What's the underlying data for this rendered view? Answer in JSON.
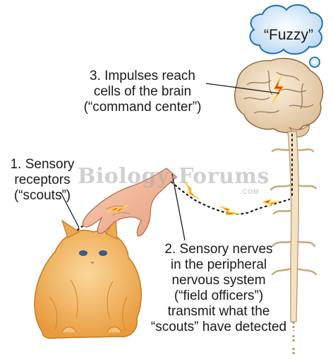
{
  "thought": {
    "text": "“Fuzzy”"
  },
  "labels": {
    "brain": [
      "3. Impulses reach",
      "cells of the brain",
      "(“command center”)"
    ],
    "receptors": [
      "1. Sensory",
      "receptors",
      "(“scouts”)"
    ],
    "nerves": [
      "2. Sensory nerves",
      "in the peripheral",
      "nervous system",
      "(“field officers”)",
      "transmit what the",
      "“scouts” have detected"
    ]
  },
  "watermark": {
    "main": "Biology-Forums",
    "sub": ".COM"
  },
  "colors": {
    "cloud": "#cfe6f7",
    "cloud_stroke": "#1f6fb8",
    "brain": "#f2dcc0",
    "spine": "#f3e2c4",
    "cat": "#f4b35e",
    "hand": "#f2b79a",
    "impulse": "#e8381f",
    "impulse_glow": "#ffd23a"
  },
  "icons": [
    "thought-bubble-icon",
    "brain-icon",
    "spinal-cord-icon",
    "cat-icon",
    "hand-icon",
    "impulse-icon"
  ]
}
